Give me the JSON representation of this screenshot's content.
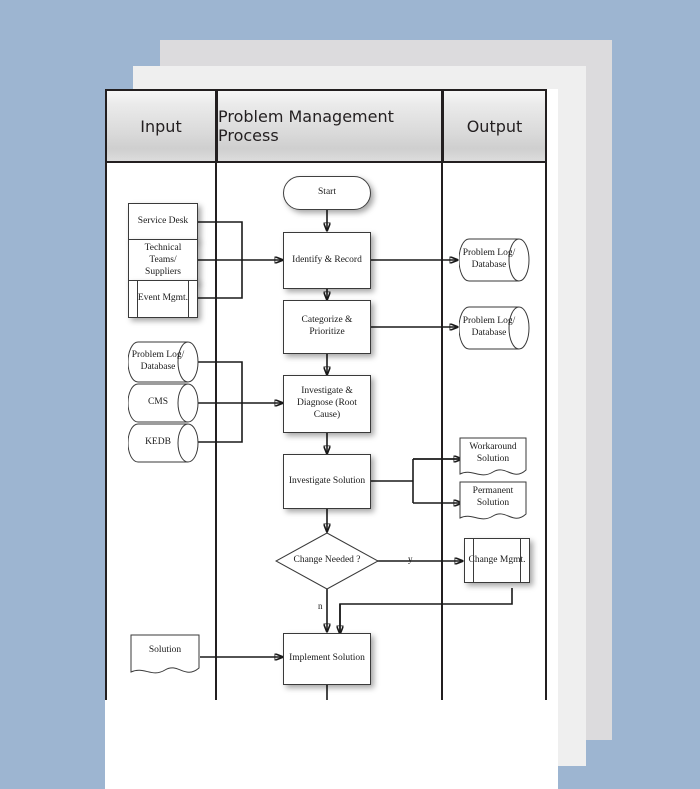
{
  "page": {
    "background_color": "#9db5d1",
    "sheet_colors": [
      "#dcdbdd",
      "#efefef",
      "#ffffff"
    ]
  },
  "lanes": [
    {
      "id": "input",
      "label": "Input"
    },
    {
      "id": "process",
      "label": "Problem Management Process"
    },
    {
      "id": "output",
      "label": "Output"
    }
  ],
  "nodes": {
    "service_desk": {
      "label": "Service Desk",
      "shape": "process"
    },
    "technical_teams": {
      "label": "Technical Teams/ Suppliers",
      "shape": "process"
    },
    "event_mgmt": {
      "label": "Event Mgmt.",
      "shape": "predefined-process"
    },
    "problem_log_in": {
      "label": "Problem Log/ Database",
      "shape": "database"
    },
    "cms": {
      "label": "CMS",
      "shape": "database"
    },
    "kedb": {
      "label": "KEDB",
      "shape": "database"
    },
    "solution_in": {
      "label": "Solution",
      "shape": "document"
    },
    "start": {
      "label": "Start",
      "shape": "terminator"
    },
    "identify_record": {
      "label": "Identify & Record",
      "shape": "process"
    },
    "categorize": {
      "label": "Categorize & Prioritize",
      "shape": "process"
    },
    "investigate_diag": {
      "label": "Investigate & Diagnose (Root Cause)",
      "shape": "process"
    },
    "investigate_sol": {
      "label": "Investigate Solution",
      "shape": "process"
    },
    "change_needed": {
      "label": "Change Needed ?",
      "shape": "decision"
    },
    "implement_solution": {
      "label": "Implement Solution",
      "shape": "process"
    },
    "problem_log_out_1": {
      "label": "Problem Log/ Database",
      "shape": "database"
    },
    "problem_log_out_2": {
      "label": "Problem Log/ Database",
      "shape": "database"
    },
    "workaround_solution": {
      "label": "Workaround Solution",
      "shape": "document"
    },
    "permanent_solution": {
      "label": "Permanent Solution",
      "shape": "document"
    },
    "change_mgmt": {
      "label": "Change Mgmt.",
      "shape": "predefined-process"
    }
  },
  "edge_labels": {
    "yes": "y",
    "no": "n"
  }
}
